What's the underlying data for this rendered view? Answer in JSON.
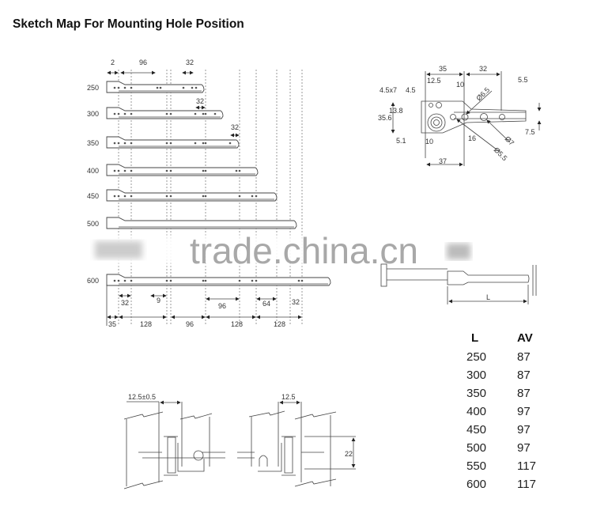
{
  "title": "Sketch Map For Mounting Hole Position",
  "watermark": "trade.china.cn",
  "rails": {
    "lengths": [
      "250",
      "300",
      "350",
      "400",
      "450",
      "500",
      "600"
    ],
    "top_dims": {
      "a": "2",
      "b": "96",
      "c": "32"
    },
    "dim_300": "32",
    "dim_350": "32",
    "bottom_dims_row1": [
      "32",
      "9",
      "96",
      "64",
      "32"
    ],
    "bottom_dims_row2": [
      "35",
      "128",
      "96",
      "128",
      "128"
    ]
  },
  "detail": {
    "labels": [
      "35",
      "32",
      "12.5",
      "10",
      "5.5",
      "4.5x7",
      "4.5",
      "Ø6.5",
      "13.8",
      "35.6",
      "5.1",
      "10",
      "16",
      "Ø5.5",
      "Ø7",
      "7.5",
      "37"
    ]
  },
  "side_view": {
    "length_label": "L"
  },
  "table": {
    "headers": [
      "L",
      "AV"
    ],
    "rows": [
      [
        "250",
        "87"
      ],
      [
        "300",
        "87"
      ],
      [
        "350",
        "87"
      ],
      [
        "400",
        "97"
      ],
      [
        "450",
        "97"
      ],
      [
        "500",
        "97"
      ],
      [
        "550",
        "117"
      ],
      [
        "600",
        "117"
      ]
    ]
  },
  "sections": {
    "left_dim": "12.5±0.5",
    "right_dim": "12.5",
    "height_dim": "22"
  }
}
